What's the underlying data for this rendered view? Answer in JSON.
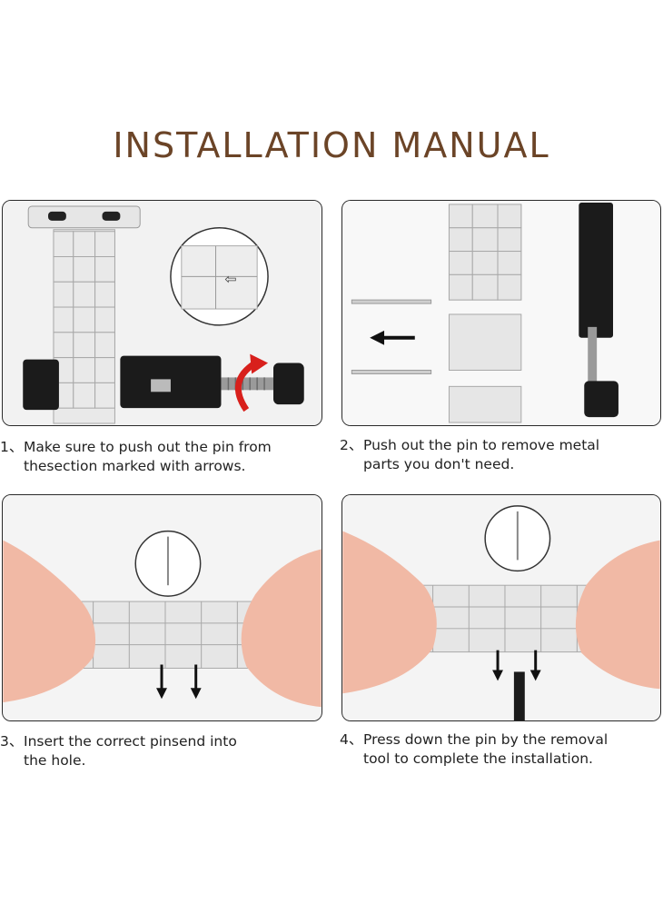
{
  "title": "INSTALLATION MANUAL",
  "colors": {
    "title": "#6b4427",
    "panel_border": "#2a2a2a",
    "tool_black": "#1b1b1b",
    "steel": "#dedede",
    "arrow_red": "#d8201c",
    "skin": "#f1b9a5"
  },
  "steps": [
    {
      "num": "1、",
      "line1": "Make sure to push out the pin from",
      "line2": "thesection marked with arrows."
    },
    {
      "num": "2、",
      "line1": "Push out the pin to remove metal",
      "line2": "parts you don't need."
    },
    {
      "num": "3、",
      "line1": "Insert the correct pinsend into",
      "line2": "the hole."
    },
    {
      "num": "4、",
      "line1": "Press down the pin by the removal",
      "line2": "tool to complete the installation."
    }
  ]
}
